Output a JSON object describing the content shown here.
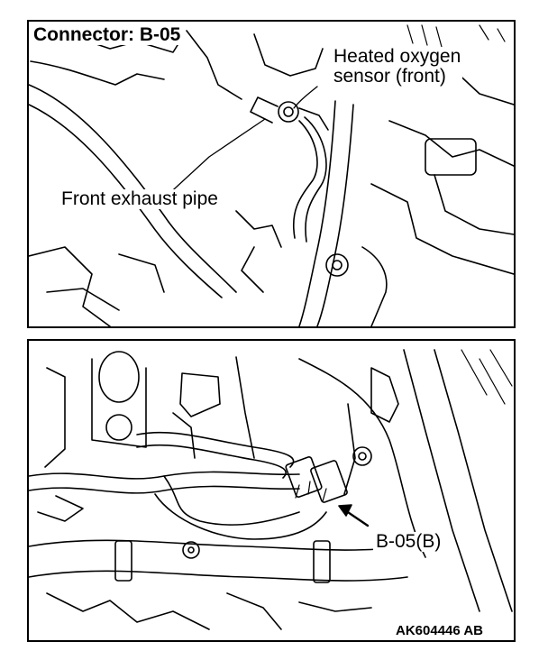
{
  "labels": {
    "connector_title": "Connector: B-05",
    "sensor_line1": "Heated oxygen",
    "sensor_line2": "sensor (front)",
    "exhaust_pipe": "Front exhaust pipe",
    "connector_callout": "B-05(B)",
    "figure_code": "AK604446 AB"
  }
}
